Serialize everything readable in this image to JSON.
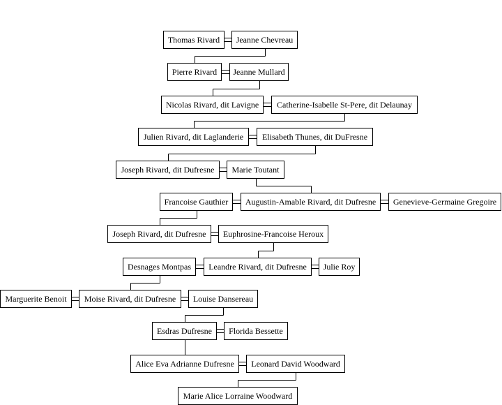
{
  "people": [
    {
      "id": "thomas",
      "name": "Thomas Rivard"
    },
    {
      "id": "jeanne_c",
      "name": "Jeanne Chevreau"
    },
    {
      "id": "pierre",
      "name": "Pierre Rivard"
    },
    {
      "id": "jeanne_m",
      "name": "Jeanne Mullard"
    },
    {
      "id": "nicolas",
      "name": "Nicolas Rivard, dit Lavigne"
    },
    {
      "id": "catherine",
      "name": "Catherine-Isabelle St-Pere, dit Delaunay"
    },
    {
      "id": "julien",
      "name": "Julien Rivard, dit Laglanderie"
    },
    {
      "id": "elisabeth",
      "name": "Elisabeth Thunes, dit DuFresne"
    },
    {
      "id": "joseph1",
      "name": "Joseph Rivard, dit Dufresne"
    },
    {
      "id": "marie_t",
      "name": "Marie Toutant"
    },
    {
      "id": "francoise",
      "name": "Francoise Gauthier"
    },
    {
      "id": "augustin",
      "name": "Augustin-Amable Rivard, dit Dufresne"
    },
    {
      "id": "genevieve",
      "name": "Genevieve-Germaine Gregoire"
    },
    {
      "id": "joseph2",
      "name": "Joseph Rivard, dit Dufresne"
    },
    {
      "id": "euphrosine",
      "name": "Euphrosine-Francoise Heroux"
    },
    {
      "id": "desnages",
      "name": "Desnages Montpas"
    },
    {
      "id": "leandre",
      "name": "Leandre Rivard, dit Dufresne"
    },
    {
      "id": "julie",
      "name": "Julie Roy"
    },
    {
      "id": "marguerite",
      "name": "Marguerite Benoit"
    },
    {
      "id": "moise",
      "name": "Moise Rivard, dit Dufresne"
    },
    {
      "id": "louise",
      "name": "Louise Dansereau"
    },
    {
      "id": "esdras",
      "name": "Esdras Dufresne"
    },
    {
      "id": "florida",
      "name": "Florida Bessette"
    },
    {
      "id": "alice",
      "name": "Alice Eva Adrianne Dufresne"
    },
    {
      "id": "leonard",
      "name": "Leonard David Woodward"
    },
    {
      "id": "marie_alice",
      "name": "Marie Alice Lorraine Woodward"
    }
  ],
  "marriages": [
    [
      "thomas",
      "jeanne_c"
    ],
    [
      "pierre",
      "jeanne_m"
    ],
    [
      "nicolas",
      "catherine"
    ],
    [
      "julien",
      "elisabeth"
    ],
    [
      "joseph1",
      "marie_t"
    ],
    [
      "francoise",
      "augustin"
    ],
    [
      "augustin",
      "genevieve"
    ],
    [
      "joseph2",
      "euphrosine"
    ],
    [
      "desnages",
      "leandre"
    ],
    [
      "leandre",
      "julie"
    ],
    [
      "marguerite",
      "moise"
    ],
    [
      "moise",
      "louise"
    ],
    [
      "esdras",
      "florida"
    ],
    [
      "alice",
      "leonard"
    ]
  ],
  "descents": [
    {
      "parent": "jeanne_c",
      "child": "pierre"
    },
    {
      "parent": "jeanne_m",
      "child": "nicolas"
    },
    {
      "parent": "catherine",
      "child": "julien"
    },
    {
      "parent": "elisabeth",
      "child": "joseph1"
    },
    {
      "parent": "marie_t",
      "child": "augustin"
    },
    {
      "parent": "francoise",
      "child": "joseph2"
    },
    {
      "parent": "euphrosine",
      "child": "leandre"
    },
    {
      "parent": "desnages",
      "child": "moise"
    },
    {
      "parent": "louise",
      "child": "esdras"
    },
    {
      "parent": "esdras",
      "child": "alice"
    },
    {
      "parent": "leonard",
      "child": "marie_alice"
    }
  ]
}
